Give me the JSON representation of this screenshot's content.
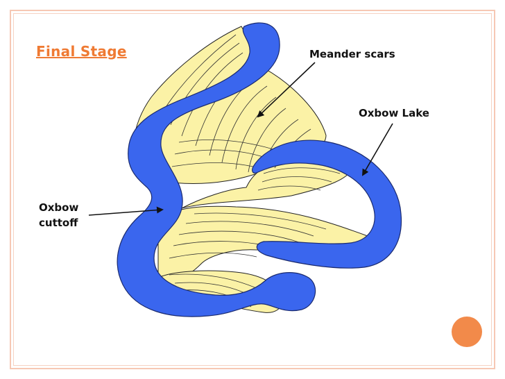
{
  "slide": {
    "title": "Final Stage",
    "accent_color": "#ef7a33",
    "border_color": "#f6c8b4"
  },
  "diagram": {
    "river_color": "#3a66ee",
    "deposit_color": "#fbf2a6",
    "labels": {
      "meander_scars": "Meander scars",
      "oxbow_lake": "Oxbow Lake",
      "oxbow_cutoff_line1": "Oxbow",
      "oxbow_cutoff_line2": "cuttoff"
    }
  }
}
